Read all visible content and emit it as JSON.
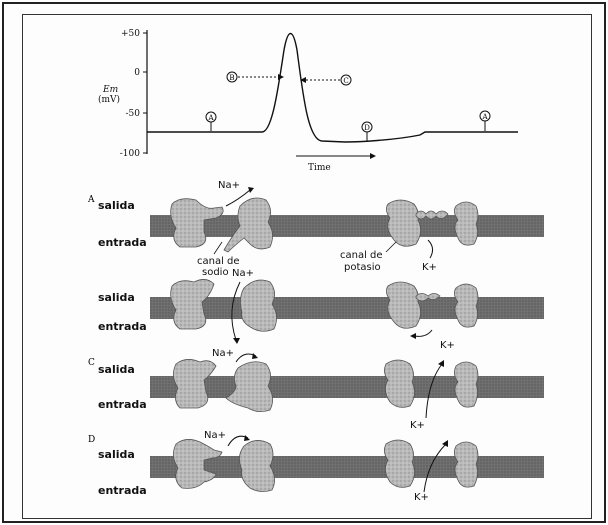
{
  "graph": {
    "y_axis_label_line1": "Em",
    "y_axis_label_line2": "(mV)",
    "ticks": [
      "+50",
      "0",
      "-50",
      "-100"
    ],
    "x_label": "Time",
    "markers": [
      "A",
      "B",
      "C",
      "D",
      "A"
    ]
  },
  "panels": [
    {
      "letter": "A",
      "salida": "salida",
      "entrada": "entrada",
      "na": "Na+",
      "k": "K+",
      "canal_sodio_1": "canal de",
      "canal_sodio_2": "sodio",
      "canal_potasio_1": "canal de",
      "canal_potasio_2": "potasio"
    },
    {
      "letter": "",
      "salida": "salida",
      "entrada": "entrada",
      "na": "Na+",
      "k": "K+"
    },
    {
      "letter": "C",
      "salida": "salida",
      "entrada": "entrada",
      "na": "Na+",
      "k": "K+"
    },
    {
      "letter": "D",
      "salida": "salida",
      "entrada": "entrada",
      "na": "Na+",
      "k": "K+"
    }
  ]
}
